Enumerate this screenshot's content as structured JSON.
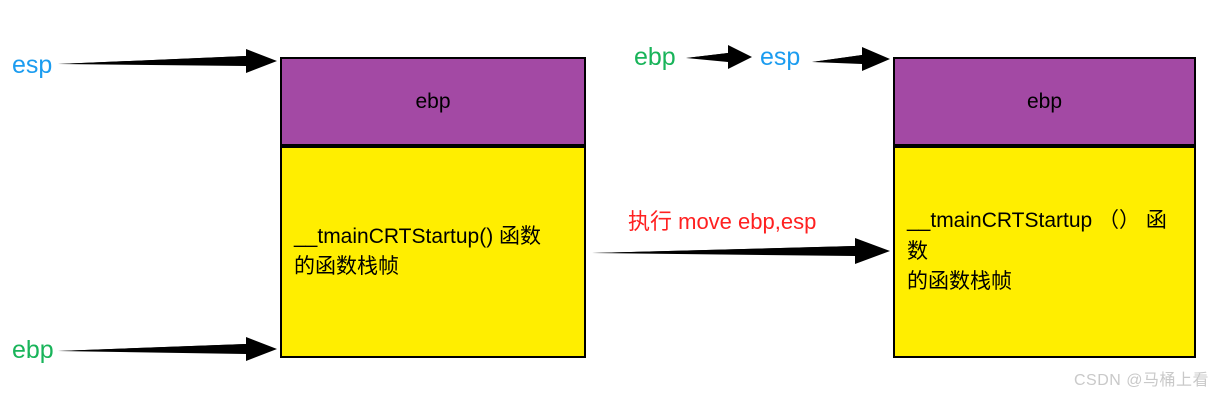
{
  "diagram": {
    "title": "ebp/esp stack frame transition after move ebp,esp",
    "colors": {
      "saved_ebp_box": "#a349a4",
      "stack_frame_box": "#ffee00",
      "esp_label": "#1b9cf0",
      "ebp_label": "#19b45a",
      "caption": "#ff2020",
      "outline": "#000000",
      "watermark": "#c9c9c9"
    },
    "left_stack": {
      "name": "before-move",
      "saved_ebp_label": "ebp",
      "frame_label": "__tmainCRTStartup() 函数\n的函数栈帧",
      "pointers": {
        "top": "esp",
        "bottom": "ebp"
      }
    },
    "transition": {
      "caption": "执行 move ebp,esp"
    },
    "right_stack": {
      "name": "after-move",
      "saved_ebp_label": "ebp",
      "frame_label": "__tmainCRTStartup （） 函数\n的函数栈帧",
      "pointers": {
        "top_first": "ebp",
        "top_second": "esp"
      }
    },
    "watermark": "CSDN @马桶上看"
  }
}
